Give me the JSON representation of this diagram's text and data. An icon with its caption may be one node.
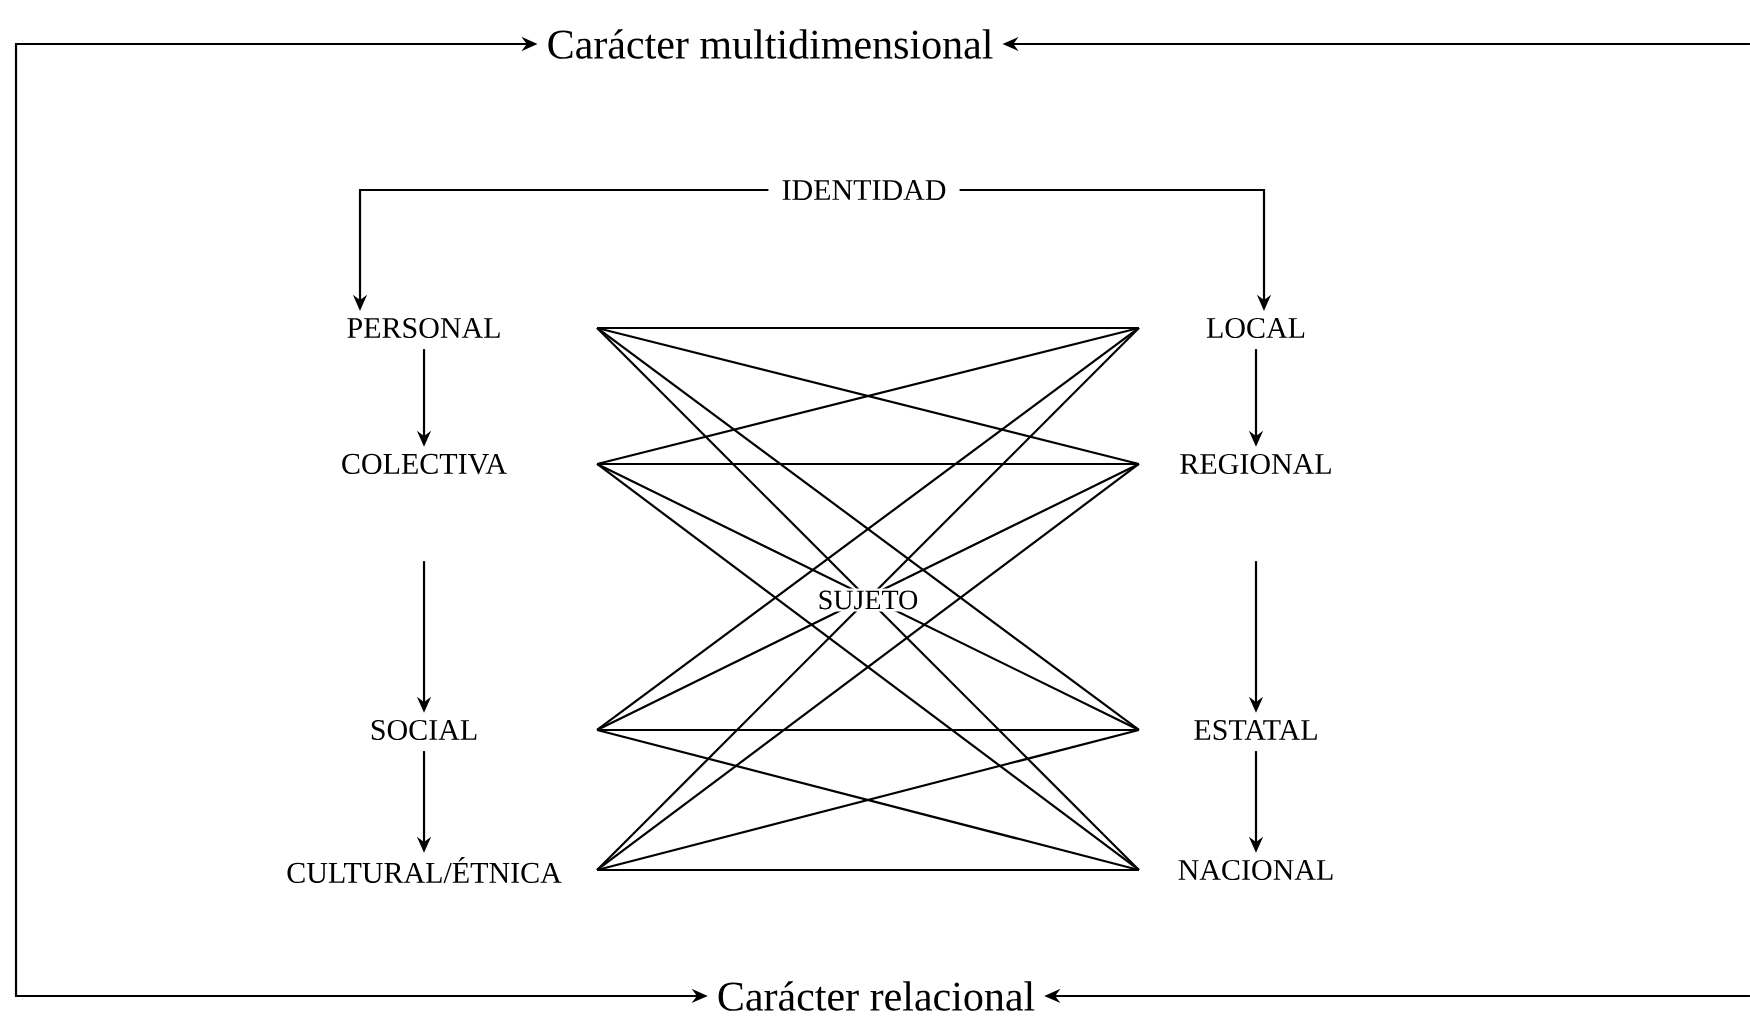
{
  "diagram": {
    "nodes": [
      {
        "text": [
          "Carácter multidimensional"
        ]
      },
      {
        "text": [
          "IDENTIDAD"
        ]
      },
      {
        "text": [
          "PERSONAL"
        ]
      },
      {
        "text": [
          "COLECTIVA"
        ]
      },
      {
        "text": [
          "SOCIAL"
        ]
      },
      {
        "text": [
          "CULTURAL/ÉTNICA"
        ]
      },
      {
        "text": [
          "LOCAL"
        ]
      },
      {
        "text": [
          "REGIONAL"
        ]
      },
      {
        "text": [
          "ESTATAL"
        ]
      },
      {
        "text": [
          "NACIONAL"
        ]
      },
      {
        "text": [
          "Carácter relacional"
        ]
      }
    ],
    "edges": [
      {
        "from": 0,
        "to": 10,
        "arrow": "both"
      },
      {
        "from": null,
        "to": 0,
        "arrow": "to"
      },
      {
        "from": null,
        "to": 10,
        "arrow": "to"
      },
      {
        "from": 1,
        "to": 2,
        "arrow": "to"
      },
      {
        "from": 1,
        "to": 6,
        "arrow": "to"
      },
      {
        "from": 2,
        "to": 3,
        "arrow": "to"
      },
      {
        "from": 3,
        "to": 4,
        "arrow": "to"
      },
      {
        "from": 4,
        "to": 5,
        "arrow": "to"
      },
      {
        "from": 6,
        "to": 7,
        "arrow": "to"
      },
      {
        "from": 7,
        "to": 8,
        "arrow": "to"
      },
      {
        "from": 8,
        "to": 9,
        "arrow": "to"
      },
      {
        "from": 2,
        "to": 6,
        "arrow": "none"
      },
      {
        "from": 2,
        "to": 7,
        "arrow": "none"
      },
      {
        "from": 2,
        "to": 8,
        "arrow": "none"
      },
      {
        "from": 2,
        "to": 9,
        "arrow": "none"
      },
      {
        "from": 3,
        "to": 6,
        "arrow": "none"
      },
      {
        "from": 3,
        "to": 7,
        "arrow": "none"
      },
      {
        "from": 3,
        "to": 8,
        "arrow": "none"
      },
      {
        "from": 3,
        "to": 9,
        "arrow": "none"
      },
      {
        "from": 4,
        "to": 6,
        "arrow": "none"
      },
      {
        "from": 4,
        "to": 7,
        "arrow": "none"
      },
      {
        "from": 4,
        "to": 8,
        "arrow": "none"
      },
      {
        "from": 4,
        "to": 9,
        "arrow": "none"
      },
      {
        "from": 5,
        "to": 6,
        "arrow": "none"
      },
      {
        "from": 5,
        "to": 7,
        "arrow": "none"
      },
      {
        "from": 5,
        "to": 8,
        "arrow": "none"
      },
      {
        "from": 5,
        "to": 9,
        "arrow": "none"
      }
    ],
    "labels": [
      "SUJETO"
    ]
  }
}
